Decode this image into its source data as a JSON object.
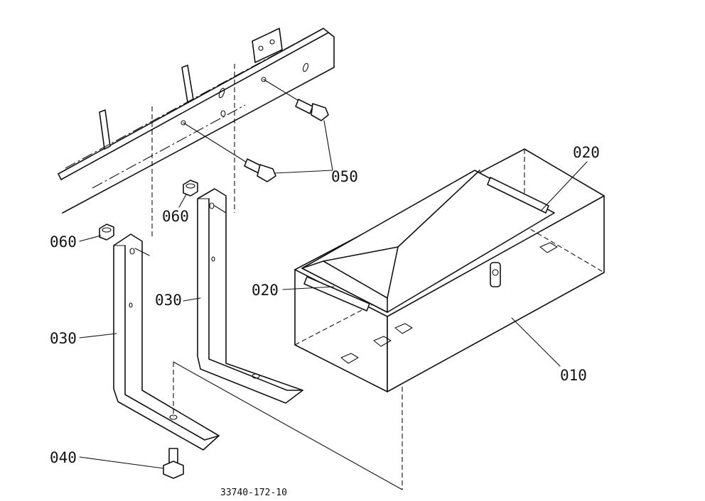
{
  "callouts": {
    "c010": "010",
    "c020_top": "020",
    "c020_mid": "020",
    "c030_left": "030",
    "c030_mid": "030",
    "c040": "040",
    "c050": "050",
    "c060_mid": "060",
    "c060_left": "060"
  },
  "drawing_number": "33740-172-10"
}
